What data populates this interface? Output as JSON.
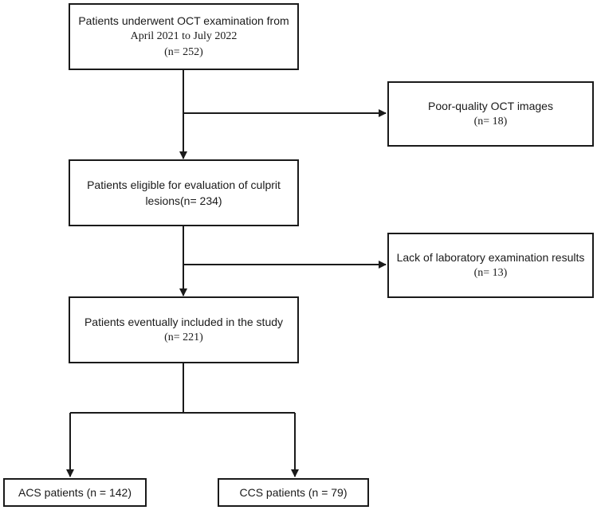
{
  "flowchart": {
    "box_screened": {
      "line1": "Patients underwent OCT examination from",
      "line2": "April 2021 to July 2022",
      "line3": "(n= 252)"
    },
    "box_excluded_quality": {
      "line1": "Poor-quality OCT images",
      "line2": "(n= 18)"
    },
    "box_eligible": {
      "line1": "Patients eligible for evaluation of culprit",
      "line2": "lesions(n= 234)"
    },
    "box_excluded_lab": {
      "line1": "Lack of laboratory examination results",
      "line2": "(n= 13)"
    },
    "box_included": {
      "line1": "Patients eventually included in the study",
      "line2": "(n= 221)"
    },
    "box_acs": {
      "line1": "ACS patients (n = 142)"
    },
    "box_ccs": {
      "line1": "CCS patients (n = 79)"
    }
  }
}
